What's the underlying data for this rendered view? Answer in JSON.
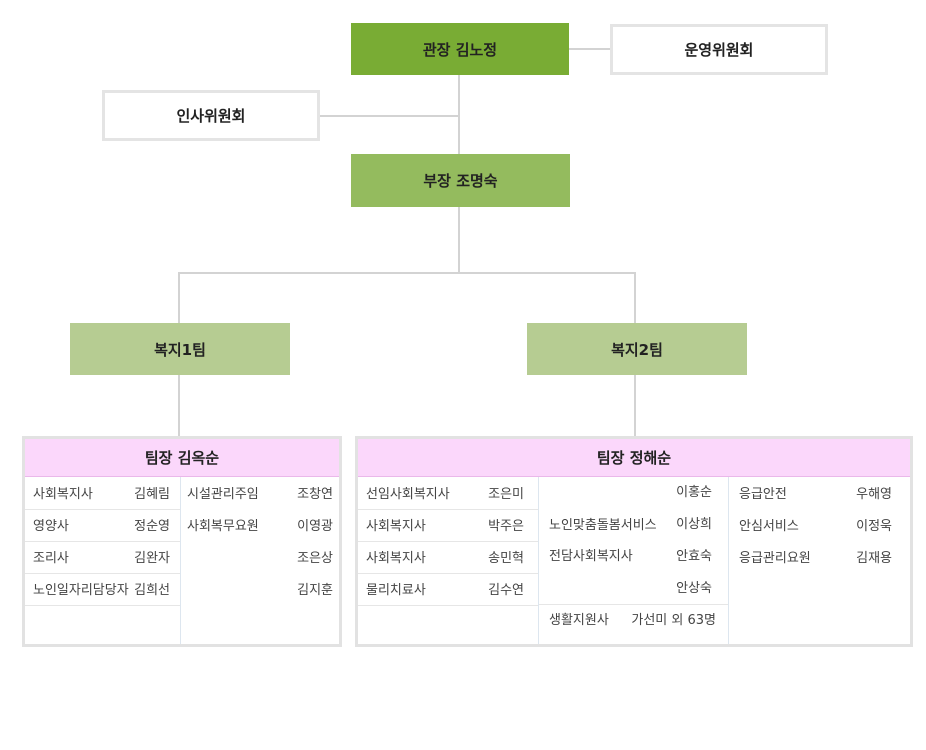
{
  "director": "관장 김노정",
  "operating_committee": "운영위원회",
  "personnel_committee": "인사위원회",
  "deputy": "부장 조명숙",
  "team1": {
    "name": "복지1팀",
    "leader": "팀장 김옥순",
    "left": [
      {
        "role": "사회복지사",
        "name": "김혜림"
      },
      {
        "role": "영양사",
        "name": "정순영"
      },
      {
        "role": "조리사",
        "name": "김완자"
      },
      {
        "role": "노인일자리담당자",
        "name": "김희선"
      }
    ],
    "right": [
      {
        "role": "시설관리주임",
        "name": "조창연"
      },
      {
        "role": "사회복무요원",
        "name": "이영광"
      },
      {
        "role": "",
        "name": "조은상"
      },
      {
        "role": "",
        "name": "김지훈"
      }
    ]
  },
  "team2": {
    "name": "복지2팀",
    "leader": "팀장 정해순",
    "col1": [
      {
        "role": "선임사회복지사",
        "name": "조은미"
      },
      {
        "role": "사회복지사",
        "name": "박주은"
      },
      {
        "role": "사회복지사",
        "name": "송민혁"
      },
      {
        "role": "물리치료사",
        "name": "김수연"
      }
    ],
    "col2": {
      "names": [
        "이홍순",
        "이상희",
        "안효숙",
        "안상숙"
      ],
      "role_a": "노인맞춤돌봄서비스",
      "role_b": "전담사회복지사",
      "support_role": "생활지원사",
      "support_name": "가선미 외 63명"
    },
    "col3": [
      {
        "role": "응급안전",
        "name": "우해영"
      },
      {
        "role": "안심서비스",
        "name": "이정욱"
      },
      {
        "role": "응급관리요원",
        "name": "김재용"
      }
    ]
  }
}
